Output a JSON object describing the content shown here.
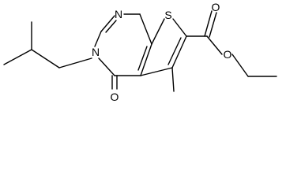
{
  "structure": {
    "atoms": {
      "n_top": "N",
      "n_ring": "N",
      "s_thio": "S",
      "o_carbonyl": "O",
      "o_ester_double": "O",
      "o_ester_single": "O"
    }
  }
}
